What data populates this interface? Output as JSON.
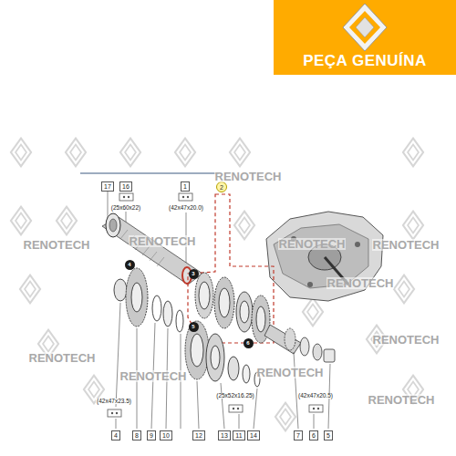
{
  "diagram": {
    "nodes": [
      {
        "text": [
          "PEÇA GENUÍNA"
        ]
      },
      {
        "text": [
          "17"
        ]
      },
      {
        "text": [
          "16"
        ]
      },
      {
        "text": [
          "1"
        ]
      },
      {
        "text": [
          "2"
        ]
      },
      {
        "text": [
          "4"
        ]
      },
      {
        "text": [
          "3"
        ]
      },
      {
        "text": [
          "5"
        ]
      },
      {
        "text": [
          "6"
        ]
      },
      {
        "text": [
          "4"
        ]
      },
      {
        "text": [
          "8"
        ]
      },
      {
        "text": [
          "9"
        ]
      },
      {
        "text": [
          "10"
        ]
      },
      {
        "text": [
          "12"
        ]
      },
      {
        "text": [
          "13"
        ]
      },
      {
        "text": [
          "11"
        ]
      },
      {
        "text": [
          "14"
        ]
      },
      {
        "text": [
          "7"
        ]
      },
      {
        "text": [
          "6"
        ]
      },
      {
        "text": [
          "5"
        ]
      }
    ],
    "labels": [
      "(25x60x22)",
      "(42x47x20.0)",
      "(42x47x23.5)",
      "(25x52x16.25)",
      "(42x47x20.5)",
      "RENOTECH",
      "RENOTECH",
      "RENOTECH",
      "RENOTECH",
      "RENOTECH",
      "RENOTECH",
      "RENOTECH",
      "RENOTECH",
      "RENOTECH",
      "RENOTECH",
      "RENOTECH"
    ]
  }
}
